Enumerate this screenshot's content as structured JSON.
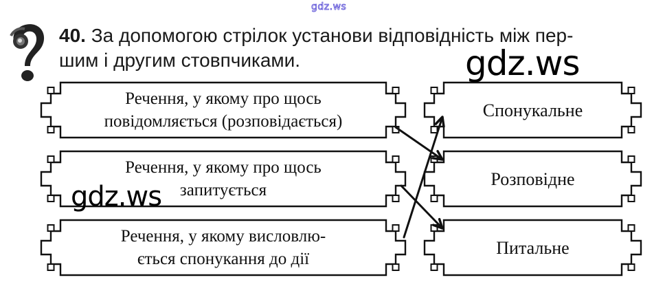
{
  "watermark": {
    "small": "gdz.ws",
    "large_top": "gdz.ws",
    "large_middle": "gdz.ws",
    "small_color": "#5a4fd6"
  },
  "task": {
    "number": "40.",
    "text": " За допомогою стрілок установи відповідність між пер-\nшим і другим стовпчиками."
  },
  "icons": {
    "task_icon": "question-mark-icon"
  },
  "left_column": [
    {
      "id": "L1",
      "lines": [
        "Речення, у якому про щось",
        "повідомляється (розповідається)"
      ]
    },
    {
      "id": "L2",
      "lines": [
        "Речення, у якому про щось",
        "запитується"
      ]
    },
    {
      "id": "L3",
      "lines": [
        "Речення, у якому висловлю-",
        "ється спонукання до дії"
      ]
    }
  ],
  "right_column": [
    {
      "id": "R1",
      "label": "Спонукальне"
    },
    {
      "id": "R2",
      "label": "Розповідне"
    },
    {
      "id": "R3",
      "label": "Питальне"
    }
  ],
  "matches": [
    {
      "from": "L1",
      "to": "R2"
    },
    {
      "from": "L2",
      "to": "R3"
    },
    {
      "from": "L3",
      "to": "R1"
    }
  ]
}
